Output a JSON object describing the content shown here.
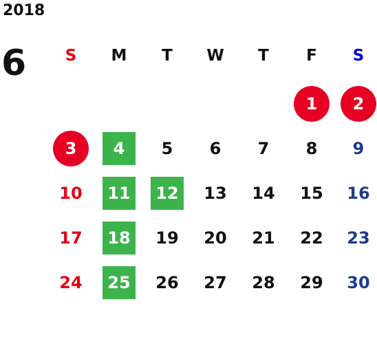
{
  "calendar": {
    "year": "2018",
    "month": "6",
    "weekdays": [
      {
        "label": "S",
        "color": "#e60012"
      },
      {
        "label": "M",
        "color": "#111111"
      },
      {
        "label": "T",
        "color": "#111111"
      },
      {
        "label": "W",
        "color": "#111111"
      },
      {
        "label": "T",
        "color": "#111111"
      },
      {
        "label": "F",
        "color": "#111111"
      },
      {
        "label": "S",
        "color": "#0000cc"
      }
    ],
    "first_weekday": 5,
    "days_in_month": 30,
    "holiday_days": [
      1,
      2,
      3
    ],
    "green_days": [
      4,
      11,
      12,
      18,
      25
    ],
    "colors": {
      "sunday": "#e60012",
      "saturday": "#1f3c8c",
      "weekday": "#111111",
      "holiday_fill": "#e60023",
      "green_fill": "#3cb44b",
      "highlight_text": "#ffffff"
    }
  }
}
